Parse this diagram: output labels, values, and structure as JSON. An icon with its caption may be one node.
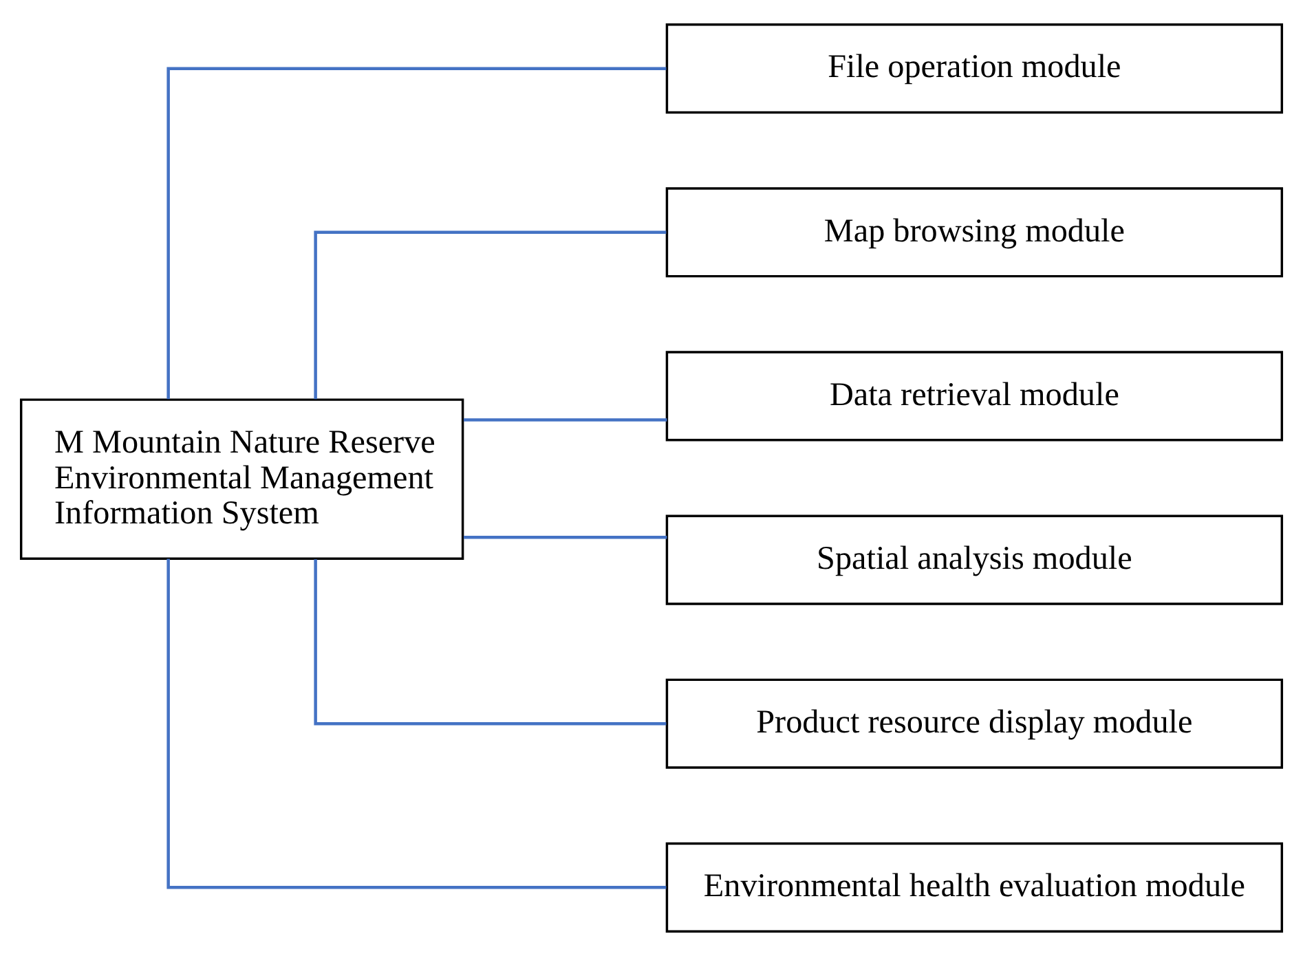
{
  "diagram": {
    "nodes": [
      {
        "text": [
          "M Mountain Nature Reserve Environmental Management Information System"
        ]
      },
      {
        "text": [
          "File operation module"
        ]
      },
      {
        "text": [
          "Map browsing module"
        ]
      },
      {
        "text": [
          "Data retrieval module"
        ]
      },
      {
        "text": [
          "Spatial analysis module"
        ]
      },
      {
        "text": [
          "Product resource display module"
        ]
      },
      {
        "text": [
          "Environmental health evaluation module"
        ]
      }
    ],
    "edges": [
      {
        "from": 0,
        "to": 1,
        "arrow": "none"
      },
      {
        "from": 0,
        "to": 2,
        "arrow": "none"
      },
      {
        "from": 0,
        "to": 3,
        "arrow": "none"
      },
      {
        "from": 0,
        "to": 4,
        "arrow": "none"
      },
      {
        "from": 0,
        "to": 5,
        "arrow": "none"
      },
      {
        "from": 0,
        "to": 6,
        "arrow": "none"
      }
    ]
  }
}
